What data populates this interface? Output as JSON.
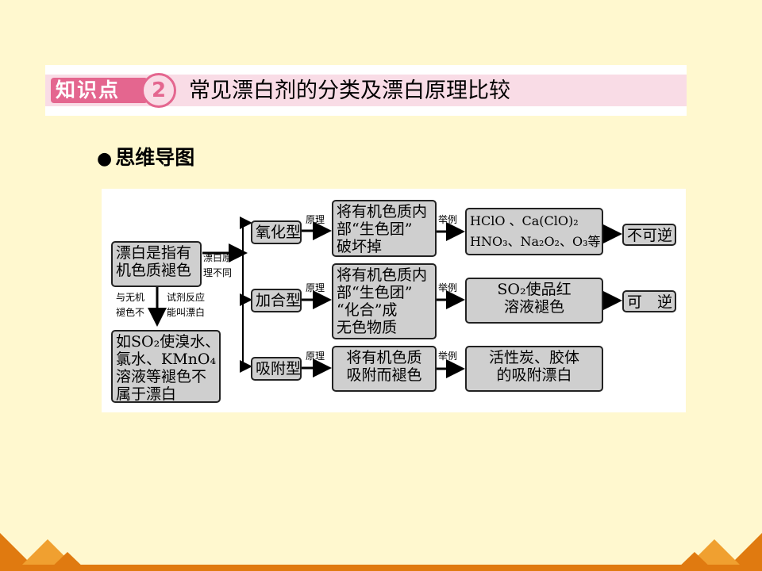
{
  "header": {
    "tag_label": "知识点",
    "tag_number": "2",
    "title": "常见漂白剂的分类及漂白原理比较"
  },
  "section": {
    "bullet": "●",
    "label": "思维导图"
  },
  "diagram": {
    "definition": [
      "漂白是指有",
      "机色质褪色"
    ],
    "note_right": [
      "漂白原",
      "理不同"
    ],
    "note_left": [
      "与无机",
      "褪色不"
    ],
    "note_mid": [
      "试剂反应",
      "能叫漂白"
    ],
    "example_box": [
      "如SO₂使溴水、",
      "氯水、KMnO₄",
      "溶液等褪色不",
      "属于漂白"
    ],
    "principle_label": "原理",
    "example_label": "举例",
    "rows": [
      {
        "type": "氧化型",
        "principle": [
          "将有机色质内",
          "部“生色团”",
          "破坏掉"
        ],
        "examples": [
          "HClO 、Ca(ClO)₂",
          "HNO₃、Na₂O₂、O₃等"
        ],
        "result": "不可逆"
      },
      {
        "type": "加合型",
        "principle": [
          "将有机色质内",
          "部“生色团”",
          "“化合”成",
          "无色物质"
        ],
        "examples": [
          "SO₂使品红",
          "溶液褪色"
        ],
        "result": "可　逆"
      },
      {
        "type": "吸附型",
        "principle": [
          "将有机色质",
          "吸附而褪色"
        ],
        "examples": [
          "活性炭、胶体",
          "的吸附漂白"
        ]
      }
    ]
  },
  "colors": {
    "background": "#fff8cf",
    "tag": "#e4668f",
    "header_band": "#f9dce6",
    "box_fill": "#cfcfcf",
    "corner": "#e07a10"
  }
}
